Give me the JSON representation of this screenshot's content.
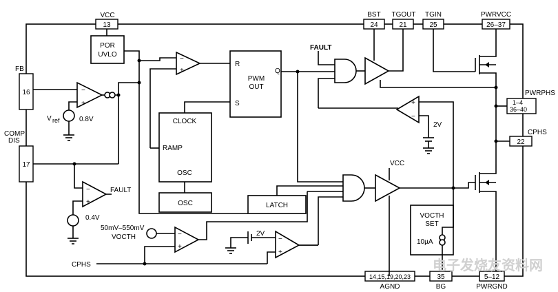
{
  "pins": {
    "vcc": {
      "label": "VCC",
      "number": "13"
    },
    "fb": {
      "label": "FB",
      "number": "16"
    },
    "comp": {
      "label": "COMP",
      "label2": "DIS",
      "number": "17"
    },
    "bst": {
      "label": "BST",
      "number": "24"
    },
    "tgout": {
      "label": "TGOUT",
      "number": "21"
    },
    "tgin": {
      "label": "TGIN",
      "number": "25"
    },
    "pwrvcc": {
      "label": "PWRVCC",
      "number": "26–37"
    },
    "pwrphs": {
      "label": "PWRPHS",
      "number": "1–4",
      "number2": "36–40"
    },
    "cphs": {
      "label": "CPHS",
      "number": "22"
    },
    "agnd": {
      "label": "AGND",
      "number": "14,15,19,20,23"
    },
    "bg": {
      "label": "BG",
      "number": "35"
    },
    "pwrgnd": {
      "label": "PWRGND",
      "number": "5–12"
    }
  },
  "blocks": {
    "por_line1": "POR",
    "por_line2": "UVLO",
    "pwm_r": "R",
    "pwm_s": "S",
    "pwm_q": "Q",
    "pwm_line1": "PWM",
    "pwm_line2": "OUT",
    "clock": "CLOCK",
    "ramp": "RAMP",
    "osc_inner": "OSC",
    "osc": "OSC",
    "latch": "LATCH",
    "vocth_line1": "VOCTH",
    "vocth_line2": "SET",
    "vocth_current": "10µA"
  },
  "labels": {
    "fault_top": "FAULT",
    "fault_mid": "FAULT",
    "vref": "V",
    "vref_sub": "ref",
    "v08": "0.8V",
    "v04": "0.4V",
    "v2_a": "2V",
    "v2_b": "2V",
    "vcc_driver": "VCC",
    "vocth_range": "50mV–550mV",
    "vocth_src": "VOCTH",
    "cphs_in": "CPHS",
    "plus": "+",
    "minus": "−"
  },
  "watermark": "电子发烧友资料网"
}
